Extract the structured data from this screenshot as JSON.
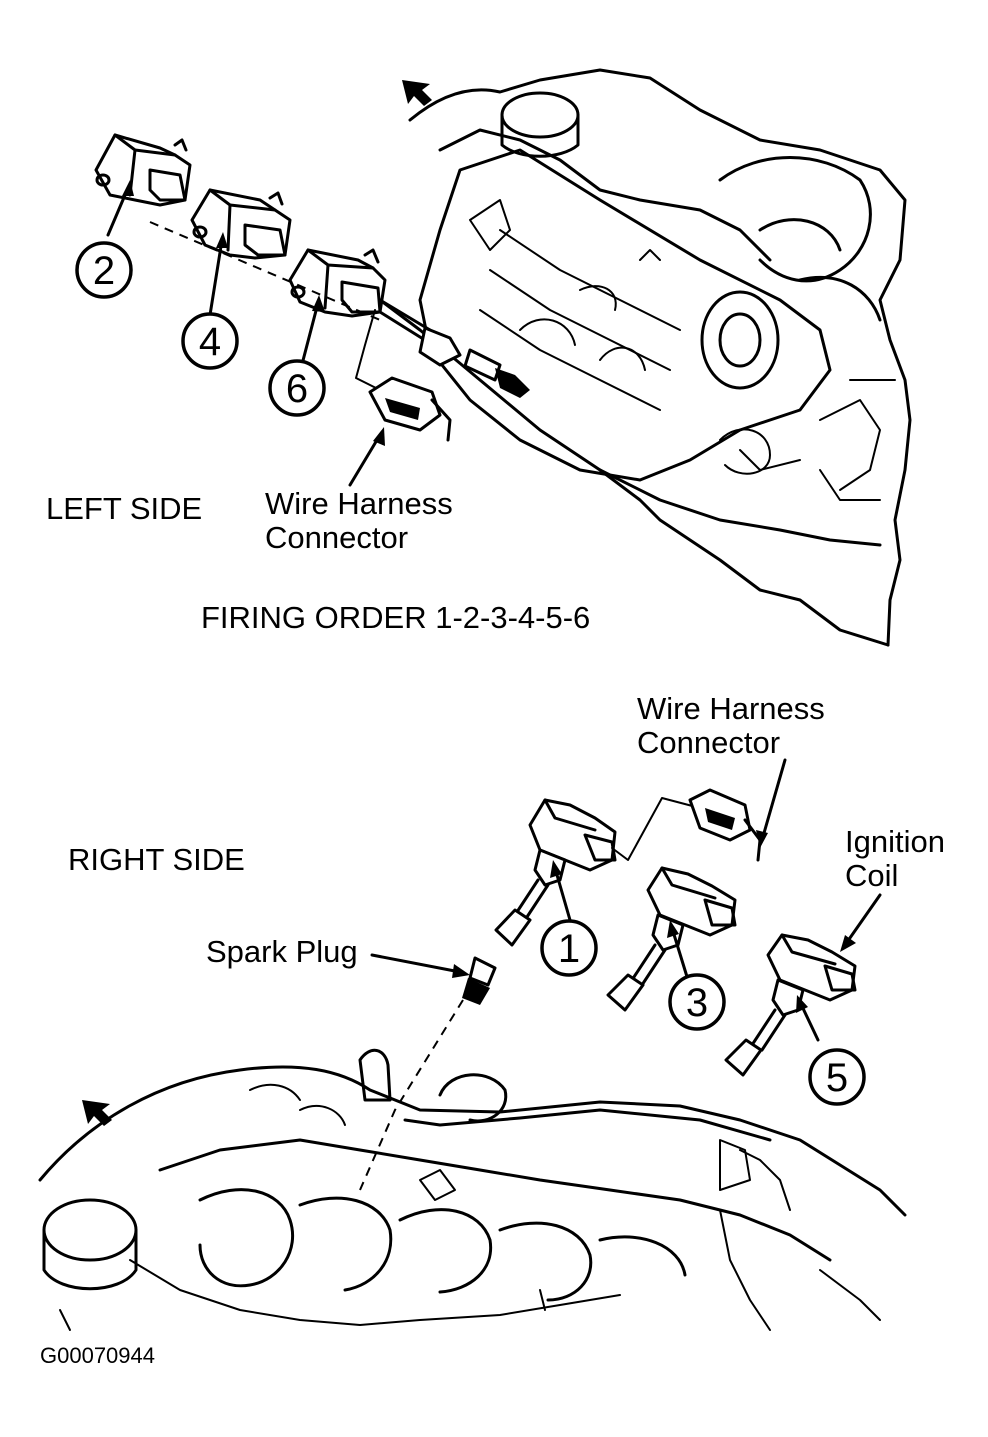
{
  "left_side": {
    "side_label": "LEFT SIDE",
    "harness_label_line1": "Wire Harness",
    "harness_label_line2": "Connector",
    "coil_numbers": [
      "2",
      "4",
      "6"
    ]
  },
  "firing_order": "FIRING ORDER 1-2-3-4-5-6",
  "right_side": {
    "side_label": "RIGHT SIDE",
    "harness_label_line1": "Wire Harness",
    "harness_label_line2": "Connector",
    "ignition_coil_line1": "Ignition",
    "ignition_coil_line2": "Coil",
    "spark_plug_label": "Spark Plug",
    "coil_numbers": [
      "1",
      "3",
      "5"
    ]
  },
  "figure_id": "G00070944",
  "icons": [
    "front-arrow-icon",
    "ignition-coil-icon",
    "spark-plug-icon",
    "harness-connector-icon"
  ]
}
